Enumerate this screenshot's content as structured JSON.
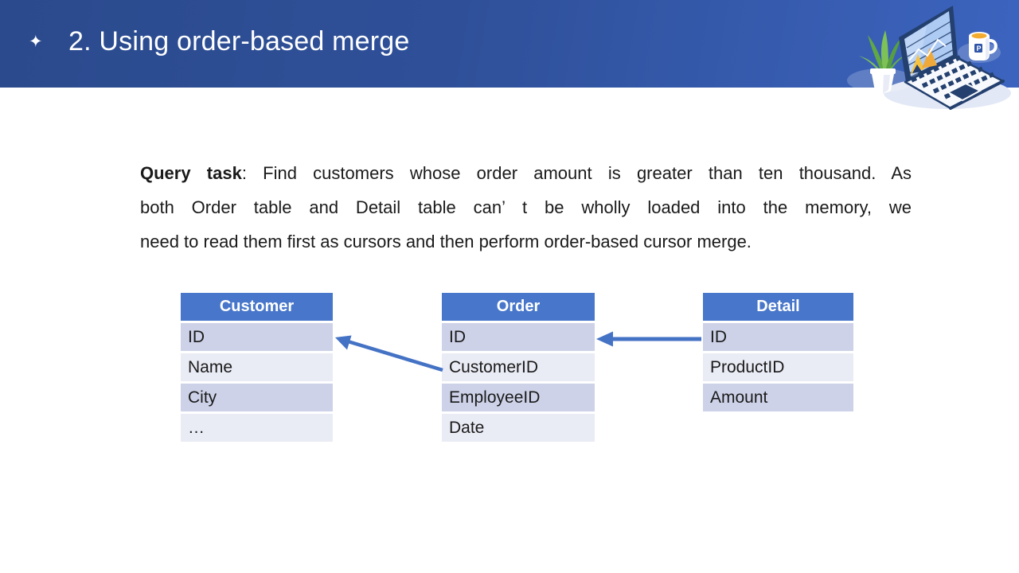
{
  "header": {
    "title": "2. Using order-based merge",
    "bullet_icon": "✦"
  },
  "body": {
    "line1_bold": "Query task",
    "line1_rest": ": Find customers whose order amount is greater than ten thousand. As",
    "line2": "both Order table and Detail table can’ t be wholly loaded into the memory, we",
    "line3": "need to read them first as cursors and then perform order-based cursor merge."
  },
  "tables": [
    {
      "header": "Customer",
      "rows": [
        "ID",
        "Name",
        "City",
        "…"
      ]
    },
    {
      "header": "Order",
      "rows": [
        "ID",
        "CustomerID",
        "EmployeeID",
        "Date"
      ]
    },
    {
      "header": "Detail",
      "rows": [
        "ID",
        "ProductID",
        "Amount"
      ]
    }
  ],
  "relations": [
    {
      "from": "Order.CustomerID",
      "to": "Customer.ID"
    },
    {
      "from": "Detail.ID",
      "to": "Order.ID"
    }
  ],
  "illustration": {
    "name": "laptop-workspace",
    "mug_letter": "P"
  },
  "colors": {
    "band_gradient_start": "#2b4a8d",
    "band_gradient_end": "#3c64bf",
    "table_header_bg": "#4776CA",
    "row_dark": "#CDD2E8",
    "row_light": "#E9EBF5",
    "arrow": "#4472C4",
    "title_text": "#ffffff",
    "body_text": "#1a1a1a",
    "laptop_navy": "#24406F",
    "screen_blue": "#AECBF4",
    "chart_yellow": "#F6C244",
    "leaf_green": "#7CC256",
    "coffee": "#F3AC2E"
  }
}
